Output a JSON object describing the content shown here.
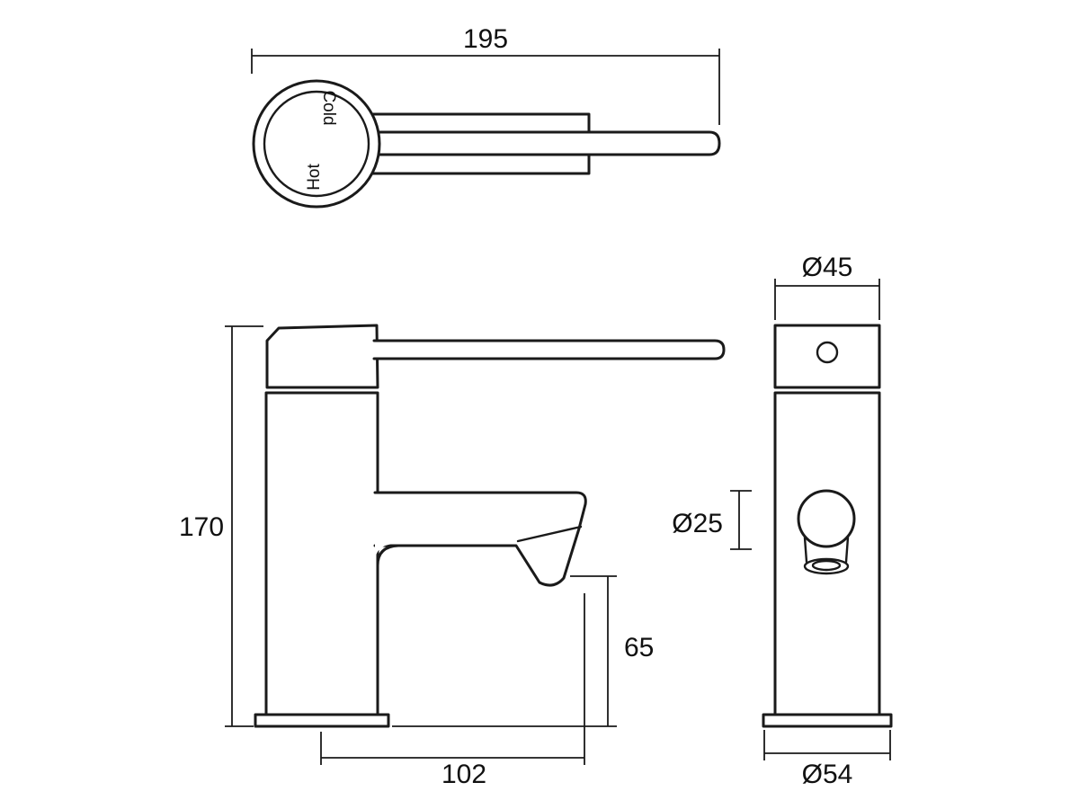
{
  "drawing": {
    "background": "#ffffff",
    "line_color": "#1a1a1a",
    "handle_labels": {
      "cold": "Cold",
      "hot": "Hot"
    },
    "dimensions": {
      "top_view_width": "195",
      "overall_height": "170",
      "outlet_clearance": "65",
      "spout_reach": "102",
      "body_diameter": "Ø45",
      "outlet_diameter": "Ø25",
      "base_diameter": "Ø54"
    }
  }
}
